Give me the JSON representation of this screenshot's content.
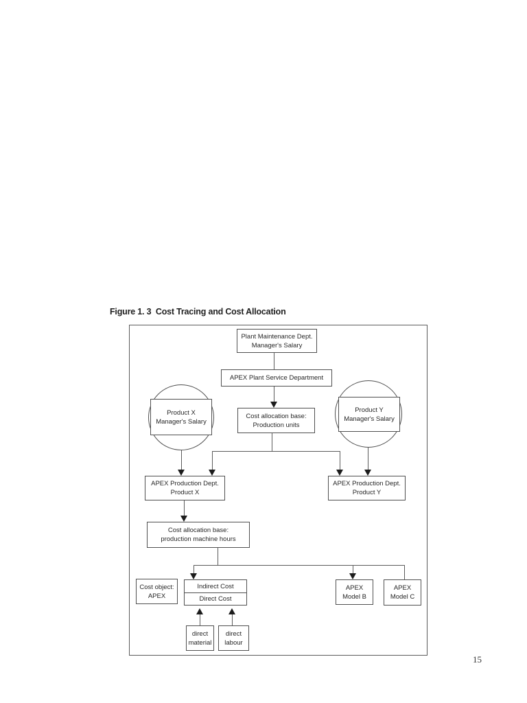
{
  "figure": {
    "title": "Figure 1. 3  Cost Tracing and Cost Allocation"
  },
  "page": {
    "number": "15"
  },
  "diagram": {
    "nodes": {
      "plant_maintenance": {
        "line1": "Plant Maintenance Dept.",
        "line2": "Manager's Salary"
      },
      "apex_plant_service": {
        "label": "APEX Plant Service Department"
      },
      "product_x_salary": {
        "line1": "Product X",
        "line2": "Manager's Salary"
      },
      "cost_alloc_units": {
        "line1": "Cost allocation base:",
        "line2": "Production units"
      },
      "product_y_salary": {
        "line1": "Product Y",
        "line2": "Manager's Salary"
      },
      "prod_dept_x": {
        "line1": "APEX Production Dept.",
        "line2": "Product X"
      },
      "prod_dept_y": {
        "line1": "APEX Production Dept.",
        "line2": "Product Y"
      },
      "cost_alloc_hours": {
        "line1": "Cost allocation base:",
        "line2": "production machine hours"
      },
      "cost_object": {
        "line1": "Cost object:",
        "line2": "APEX"
      },
      "indirect_cost": {
        "label": "Indirect Cost"
      },
      "direct_cost": {
        "label": "Direct Cost"
      },
      "model_b": {
        "line1": "APEX",
        "line2": "Model B"
      },
      "model_c": {
        "line1": "APEX",
        "line2": "Model C"
      },
      "direct_material": {
        "line1": "direct",
        "line2": "material"
      },
      "direct_labour": {
        "line1": "direct",
        "line2": "labour"
      }
    },
    "colors": {
      "box_border": "#4f4f4f",
      "connector_line": "#5a5a5a",
      "arrowhead": "#1c1c1c",
      "text": "#262626",
      "background": "#ffffff"
    }
  }
}
